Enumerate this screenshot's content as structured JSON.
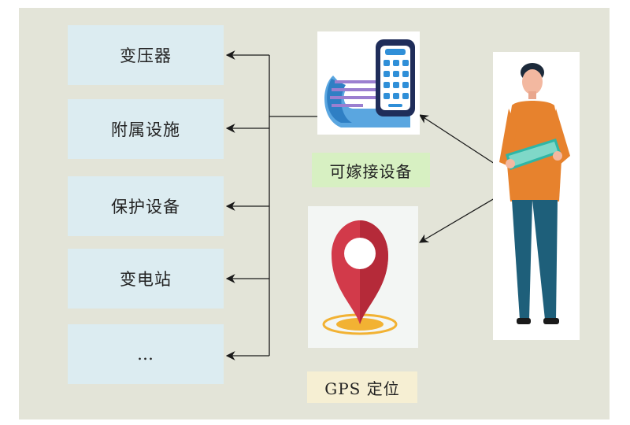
{
  "categories": [
    {
      "label": "变压器"
    },
    {
      "label": "附属设施"
    },
    {
      "label": "保护设备"
    },
    {
      "label": "变电站"
    },
    {
      "label": "…"
    }
  ],
  "device_label": "可嫁接设备",
  "gps_label": "GPS 定位",
  "colors": {
    "background": "#e3e4d8",
    "box_fill": "#dcecf1",
    "device_tag": "#d7f0c2",
    "gps_tag": "#f6efd3",
    "pin_red": "#d23a4a",
    "pin_base": "#f2b233",
    "phone_blue": "#2f8fd8",
    "shirt_orange": "#e7822d",
    "pants_teal": "#1e5f7a"
  },
  "icons": [
    "wearable-device-icon",
    "location-pin-icon",
    "person-with-tablet-icon"
  ]
}
